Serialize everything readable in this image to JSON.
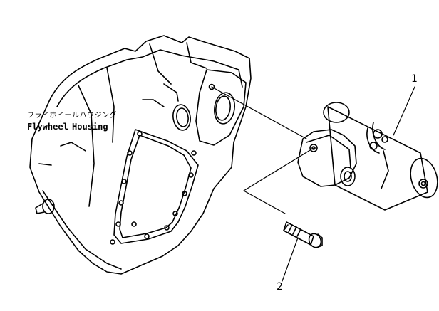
{
  "labels": {
    "housing_jp": "フライホイールハウジング",
    "housing_en": "Flywheel Housing"
  },
  "callouts": [
    "1",
    "2"
  ],
  "line_color": "#000000",
  "background_color": "#ffffff"
}
